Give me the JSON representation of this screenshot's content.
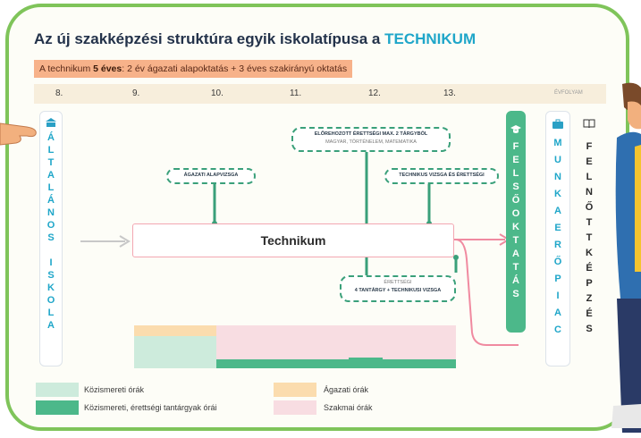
{
  "header": {
    "title_main": "Az új szakképzési struktúra egyik iskolatípusa a ",
    "title_highlight": "TECHNIKUM",
    "subtitle_pre": "A technikum ",
    "subtitle_bold": "5 éves",
    "subtitle_post": ": 2 év ágazati alapoktatás + 3 éves szakirányú oktatás"
  },
  "years": [
    "8.",
    "9.",
    "10.",
    "11.",
    "12.",
    "13."
  ],
  "year_extra": "ÉVFOLYAM",
  "columns": {
    "left": "ÁLTALÁNOS ISKOLA",
    "higher_ed": "FELSŐOKTATÁS",
    "labor_market": "MUNKAERŐPIAC",
    "adult_ed": "FELNŐTTKÉPZÉS"
  },
  "diagram": {
    "technikum": "Technikum",
    "box_sector_exam": "ÁGAZATI ALAPVIZSGA",
    "box_early_exam_line1": "ELŐREHOZOTT ÉRETTSÉGI MAX. 2 TÁRGYBÓL",
    "box_early_exam_line2": "MAGYAR, TÖRTÉNELEM, MATEMATIKA",
    "box_tech_exam": "TECHNIKUS VIZSGA ÉS ÉRETTSÉGI",
    "box_final_line1": "ÉRETTSÉGI",
    "box_final_line2": "4 TANTÁRGY + TECHNIKUSI VIZSGA"
  },
  "legend": {
    "general": "Közismereti órák",
    "general_exam": "Közismereti, érettségi tantárgyak órái",
    "sector": "Ágazati órák",
    "professional": "Szakmai órák"
  },
  "colors": {
    "frame": "#7fc45a",
    "accent": "#1fa6c9",
    "green_dark": "#4cb88a",
    "green_light": "#cdebdc",
    "orange_light": "#fbdcae",
    "pink_light": "#f8dde2",
    "arrow_pink": "#f08aa0"
  }
}
